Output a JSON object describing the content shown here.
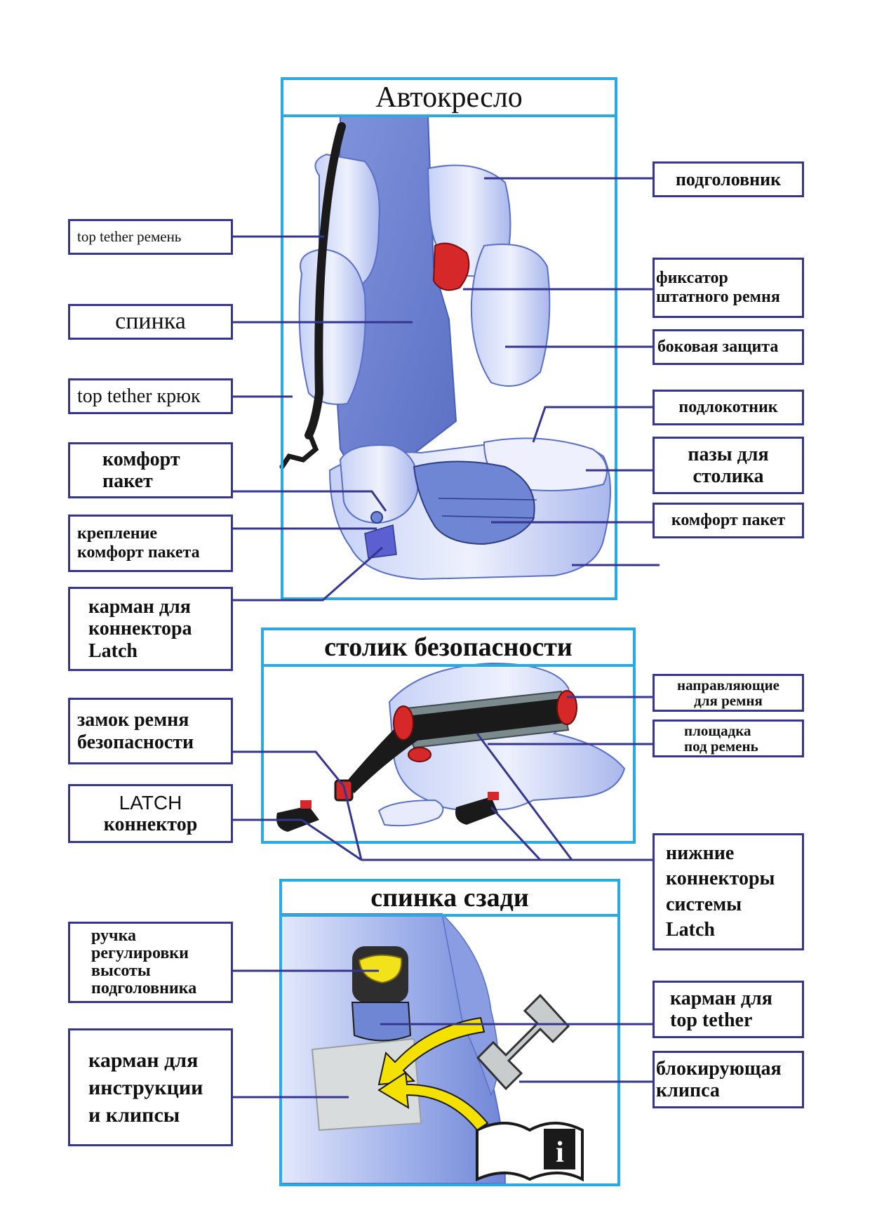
{
  "colors": {
    "panel_border": "#29abe2",
    "label_border": "#36358f",
    "seat_blue": "#6f86d4",
    "seat_light": "#c9d3f5",
    "belt": "#1a1a1a",
    "clip_red": "#d62828",
    "arrow_yellow": "#f5e100",
    "background": "#ffffff"
  },
  "panels": {
    "seat": {
      "title": "Автокресло"
    },
    "table": {
      "title": "столик безопасности"
    },
    "back": {
      "title": "спинка сзади"
    }
  },
  "labels": {
    "headrest": [
      "подголовник"
    ],
    "top_tether_strap": [
      "top tether ремень"
    ],
    "belt_guide": [
      "фиксатор",
      "штатного ремня"
    ],
    "backrest": [
      "спинка"
    ],
    "side_protection": [
      "боковая защита"
    ],
    "top_tether_hook": [
      "top tether крюк"
    ],
    "armrest": [
      "подлокотник"
    ],
    "comfort_pack_left": [
      "комфорт",
      "пакет"
    ],
    "table_slots": [
      "пазы для",
      "столика"
    ],
    "comfort_pack_mount": [
      "крепление",
      "комфорт пакета"
    ],
    "comfort_pack_right": [
      "комфорт пакет"
    ],
    "latch_pocket": [
      "карман для",
      "коннектора",
      "Latch"
    ],
    "belt_guides_table": [
      "направляющие",
      "для ремня"
    ],
    "buckle": [
      "замок ремня",
      "безопасности"
    ],
    "belt_pad": [
      "площадка",
      "под ремень"
    ],
    "latch_connector": [
      "LATCH",
      "коннектор"
    ],
    "lower_connectors": [
      "нижние",
      "коннекторы",
      "системы",
      "Latch"
    ],
    "headrest_handle": [
      "ручка",
      "регулировки",
      "высоты",
      "подголовника"
    ],
    "tether_pocket": [
      "карман для",
      "top tether"
    ],
    "manual_pocket": [
      "карман для",
      "инструкции",
      "и клипсы"
    ],
    "locking_clip": [
      "блокирующая",
      "клипса"
    ]
  }
}
